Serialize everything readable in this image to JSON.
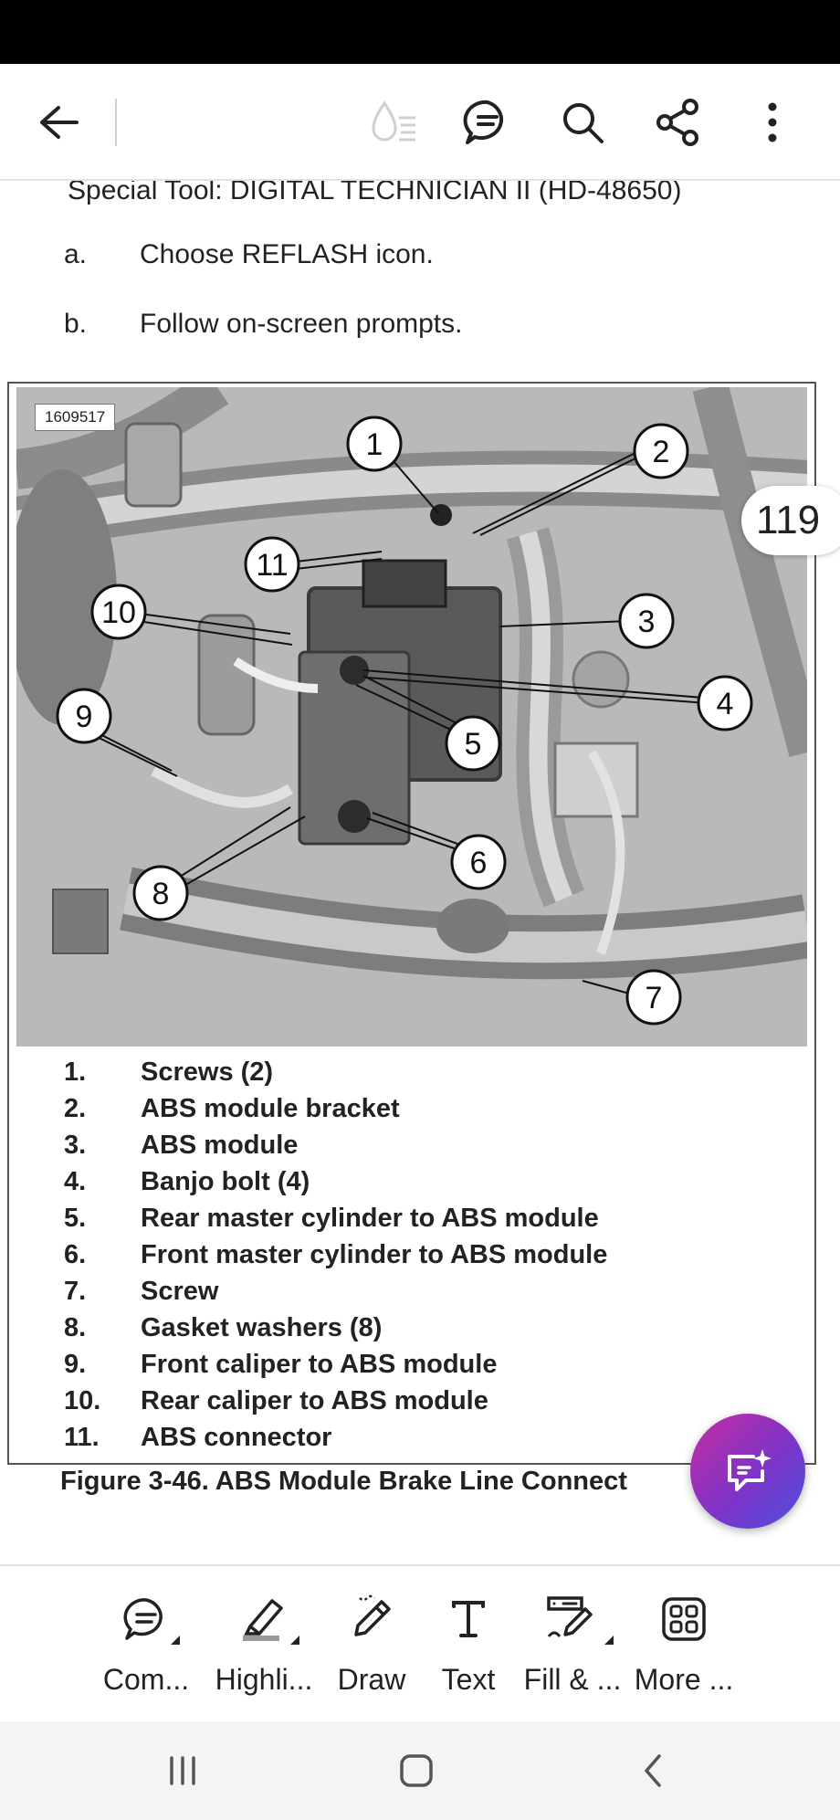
{
  "page": {
    "number_badge": "119"
  },
  "document": {
    "special_tool_line": "Special Tool: DIGITAL TECHNICIAN II (HD-48650)",
    "steps": [
      {
        "letter": "a.",
        "text": "Choose REFLASH icon."
      },
      {
        "letter": "b.",
        "text": "Follow on-screen prompts."
      }
    ],
    "figure": {
      "image_id": "1609517",
      "callouts": [
        "1",
        "2",
        "3",
        "4",
        "5",
        "6",
        "7",
        "8",
        "9",
        "10",
        "11"
      ],
      "legend": [
        {
          "num": "1.",
          "text": "Screws (2)"
        },
        {
          "num": "2.",
          "text": "ABS module bracket"
        },
        {
          "num": "3.",
          "text": "ABS module"
        },
        {
          "num": "4.",
          "text": "Banjo bolt (4)"
        },
        {
          "num": "5.",
          "text": "Rear master cylinder to ABS module"
        },
        {
          "num": "6.",
          "text": "Front master cylinder to ABS module"
        },
        {
          "num": "7.",
          "text": "Screw"
        },
        {
          "num": "8.",
          "text": "Gasket washers (8)"
        },
        {
          "num": "9.",
          "text": "Front caliper to ABS module"
        },
        {
          "num": "10.",
          "text": "Rear caliper to ABS module"
        },
        {
          "num": "11.",
          "text": "ABS connector"
        }
      ],
      "caption": "Figure 3-46. ABS Module Brake Line Connect"
    }
  },
  "top_bar": {
    "icons": [
      "back-arrow-icon",
      "liquid-mode-icon",
      "comments-list-icon",
      "search-icon",
      "share-icon",
      "more-vertical-icon"
    ]
  },
  "bottom_toolbar": {
    "tools": [
      {
        "label": "Com...",
        "icon": "comment-icon"
      },
      {
        "label": "Highli...",
        "icon": "highlighter-icon"
      },
      {
        "label": "Draw",
        "icon": "draw-pencil-icon"
      },
      {
        "label": "Text",
        "icon": "text-icon"
      },
      {
        "label": "Fill & ...",
        "icon": "fill-sign-icon"
      },
      {
        "label": "More ...",
        "icon": "more-grid-icon"
      }
    ]
  },
  "nav_bar": {
    "buttons": [
      "recents-icon",
      "home-icon",
      "back-chevron-icon"
    ]
  },
  "colors": {
    "fab_gradient_start": "#c62ca0",
    "fab_gradient_end": "#4f4fe0",
    "photo_gray": "#bdbdbd"
  }
}
